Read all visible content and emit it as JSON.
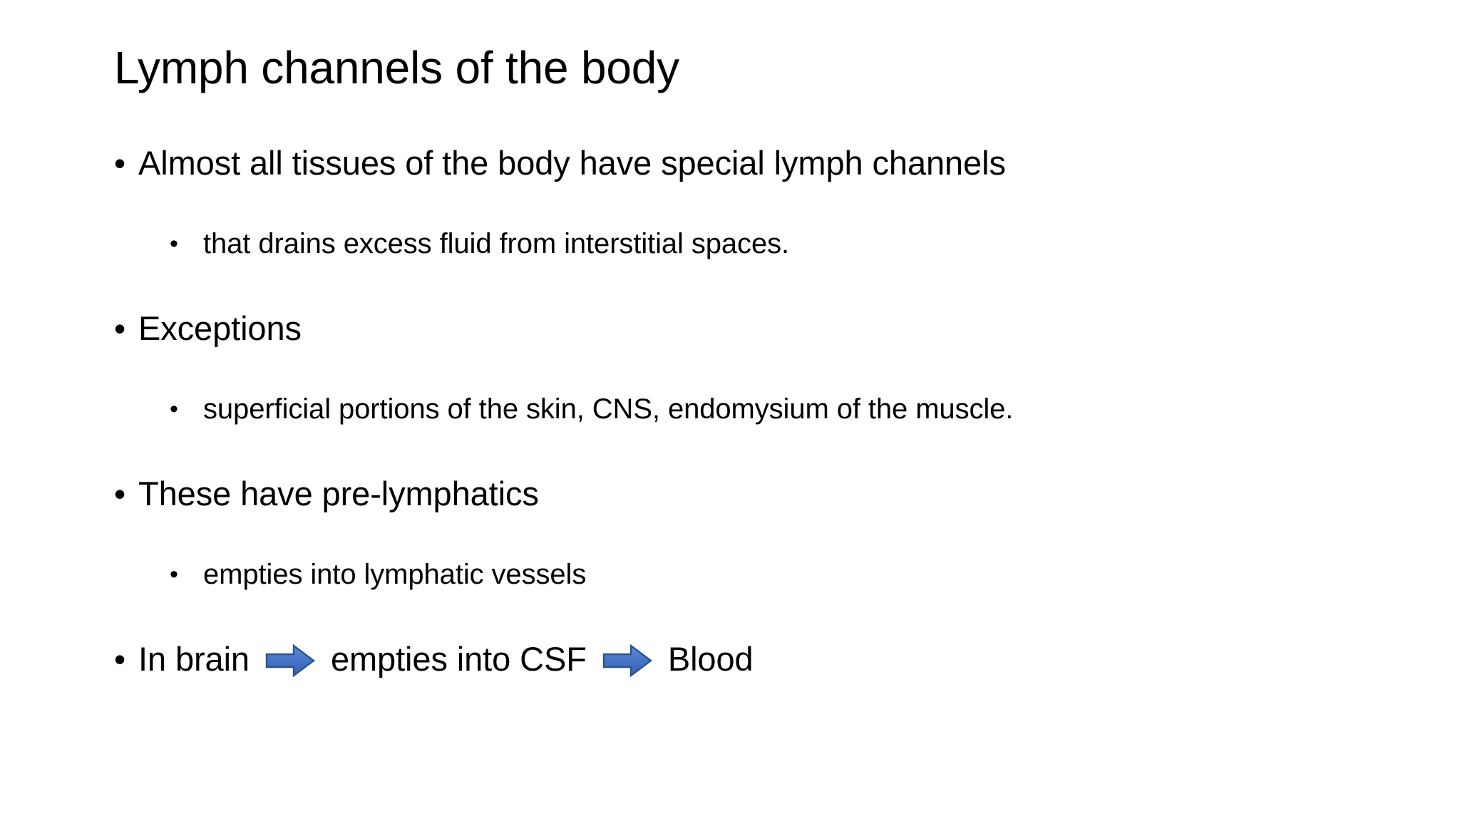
{
  "slide": {
    "title": "Lymph channels of the body",
    "background_color": "#FFFFFF",
    "text_color": "#000000",
    "bullets": [
      {
        "level": 1,
        "marker": "•",
        "text": "Almost all tissues of the body have special lymph channels"
      },
      {
        "level": 2,
        "marker": "•",
        "text": "that drains excess fluid from interstitial spaces."
      },
      {
        "level": 1,
        "marker": "•",
        "text": "Exceptions"
      },
      {
        "level": 2,
        "marker": "•",
        "text": "superficial portions of the skin, CNS, endomysium of the muscle."
      },
      {
        "level": 1,
        "marker": "•",
        "text": "These have pre-lymphatics"
      },
      {
        "level": 2,
        "marker": "•",
        "text": "empties into lymphatic vessels"
      }
    ],
    "flow_bullet": {
      "level": 1,
      "marker": "•",
      "segment_1": "In brain",
      "arrow_1": "right-arrow-icon",
      "segment_2": "empties into CSF",
      "arrow_2": "right-arrow-icon",
      "segment_3": "Blood"
    },
    "arrow_style": {
      "fill": "#4472C4",
      "fill_light": "#5B8BD6",
      "stroke": "#2F528F"
    }
  }
}
